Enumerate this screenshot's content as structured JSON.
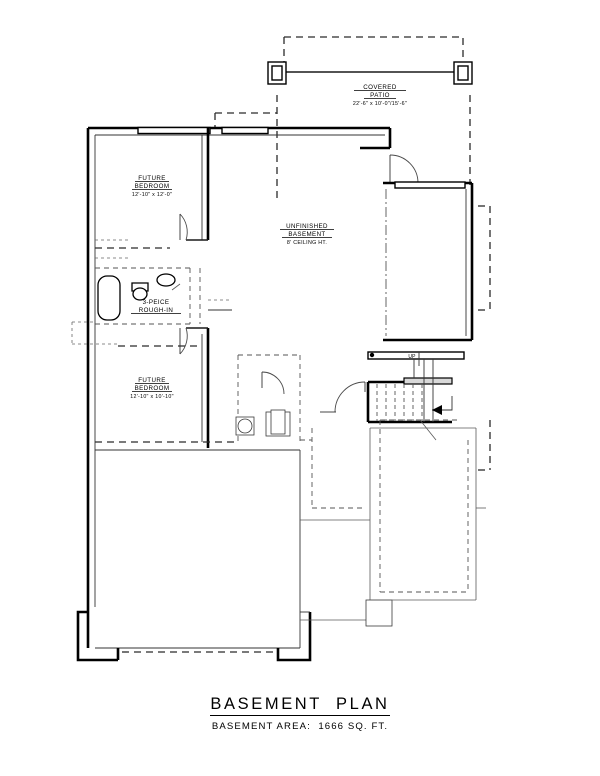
{
  "sheet": {
    "background_color": "#ffffff",
    "ink_color": "#000000",
    "drawing_type": "architectural-floor-plan"
  },
  "titleblock": {
    "title": "BASEMENT  PLAN",
    "subtitle": "BASEMENT AREA:  1666 SQ. FT."
  },
  "rooms": {
    "covered_patio": {
      "name_line1": "COVERED",
      "name_line2": "PATIO",
      "dimensions": "22'-6\"  x  10'-0\"/15'-6\""
    },
    "future_bedroom_1": {
      "name_line1": "FUTURE",
      "name_line2": "BEDROOM",
      "dimensions": "12'-10\"   x  12'-0\""
    },
    "future_bedroom_2": {
      "name_line1": "FUTURE",
      "name_line2": "BEDROOM",
      "dimensions": "12'-10\"   x  10'-10\""
    },
    "unfinished_basement": {
      "name_line1": "UNFINISHED",
      "name_line2": "BASEMENT",
      "note": "8'  CEILING HT."
    },
    "bath_rough_in": {
      "name_line1": "3-PEICE",
      "name_line2": "ROUGH-IN"
    }
  },
  "annotations": {
    "stair_direction": "UP"
  }
}
